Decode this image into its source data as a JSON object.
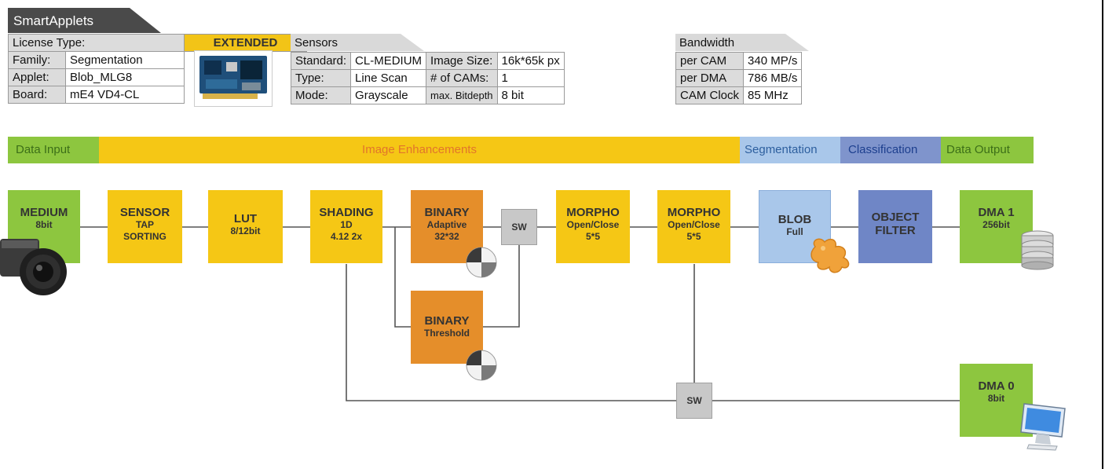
{
  "header": {
    "title": "SmartApplets"
  },
  "license": {
    "type_label": "License Type:",
    "type_value": "EXTENDED",
    "rows": [
      {
        "label": "Family:",
        "value": "Segmentation"
      },
      {
        "label": "Applet:",
        "value": "Blob_MLG8"
      },
      {
        "label": "Board:",
        "value": "mE4 VD4-CL"
      }
    ]
  },
  "sensors": {
    "title": "Sensors",
    "rows": [
      {
        "label": "Standard:",
        "value": "CL-MEDIUM",
        "label2": "Image Size:",
        "value2": "16k*65k px"
      },
      {
        "label": "Type:",
        "value": "Line Scan",
        "label2": "# of CAMs:",
        "value2": "1"
      },
      {
        "label": "Mode:",
        "value": "Grayscale",
        "label2": "max. Bitdepth",
        "value2": "8 bit"
      }
    ]
  },
  "bandwidth": {
    "title": "Bandwidth",
    "rows": [
      {
        "label": "per CAM",
        "value": "340 MP/s"
      },
      {
        "label": "per DMA",
        "value": "786 MB/s"
      },
      {
        "label": "CAM Clock",
        "value": "85 MHz"
      }
    ]
  },
  "categories": {
    "input": "Data Input",
    "enhancements": "Image Enhancements",
    "segmentation": "Segmentation",
    "classification": "Classification",
    "output": "Data Output"
  },
  "nodes": {
    "medium": {
      "title": "MEDIUM",
      "sub": "8bit"
    },
    "sensor": {
      "title": "SENSOR",
      "sub": "TAP",
      "sub2": "SORTING"
    },
    "lut": {
      "title": "LUT",
      "sub": "8/12bit"
    },
    "shading": {
      "title": "SHADING",
      "sub": "1D",
      "sub2": "4.12 2x"
    },
    "binary_adaptive": {
      "title": "BINARY",
      "sub": "Adaptive",
      "sub2": "32*32"
    },
    "binary_threshold": {
      "title": "BINARY",
      "sub": "Threshold"
    },
    "sw1": {
      "label": "SW"
    },
    "morpho1": {
      "title": "MORPHO",
      "sub": "Open/Close",
      "sub2": "5*5"
    },
    "morpho2": {
      "title": "MORPHO",
      "sub": "Open/Close",
      "sub2": "5*5"
    },
    "blob": {
      "title": "BLOB",
      "sub": "Full"
    },
    "object_filter": {
      "title": "OBJECT",
      "sub": "FILTER"
    },
    "dma1": {
      "title": "DMA 1",
      "sub": "256bit"
    },
    "sw2": {
      "label": "SW"
    },
    "dma0": {
      "title": "DMA 0",
      "sub": "8bit"
    }
  },
  "icons": {
    "camera": "camera-icon",
    "board": "frame-grabber-board-icon",
    "threshold_disc": "threshold-disc-icon",
    "blob": "blob-icon",
    "database": "database-icon",
    "monitor": "monitor-icon"
  },
  "colors": {
    "green": "#8dc63f",
    "yellow": "#f5c715",
    "orange": "#e58e2a",
    "light_blue": "#a9c7ea",
    "blue": "#6f86c6",
    "gray_switch": "#c8c8c8"
  }
}
